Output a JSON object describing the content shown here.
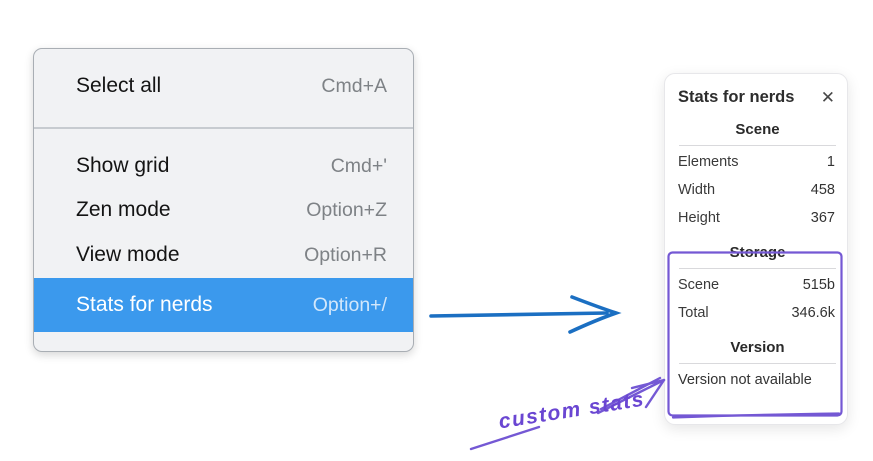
{
  "context_menu": {
    "groups": [
      {
        "items": [
          {
            "label": "Select all",
            "shortcut": "Cmd+A"
          }
        ]
      },
      {
        "items": [
          {
            "label": "Show grid",
            "shortcut": "Cmd+'"
          },
          {
            "label": "Zen mode",
            "shortcut": "Option+Z"
          },
          {
            "label": "View mode",
            "shortcut": "Option+R"
          },
          {
            "label": "Stats for nerds",
            "shortcut": "Option+/",
            "highlighted": true
          }
        ]
      }
    ],
    "highlight_color": "#3b99ed"
  },
  "stats_panel": {
    "title": "Stats for nerds",
    "close_icon": "✕",
    "sections": [
      {
        "heading": "Scene",
        "rows": [
          {
            "label": "Elements",
            "value": "1"
          },
          {
            "label": "Width",
            "value": "458"
          },
          {
            "label": "Height",
            "value": "367"
          }
        ]
      },
      {
        "heading": "Storage",
        "rows": [
          {
            "label": "Scene",
            "value": "515b"
          },
          {
            "label": "Total",
            "value": "346.6k"
          }
        ]
      },
      {
        "heading": "Version",
        "note": "Version not available"
      }
    ]
  },
  "annotations": {
    "label": "custom stats",
    "pointer_arrow_color": "#1b6fc2",
    "highlight_box_color": "#7458d4"
  }
}
